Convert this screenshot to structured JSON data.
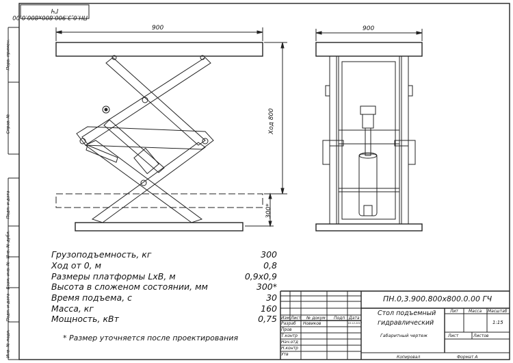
{
  "stamp_top": "ПН.0,3.900.800х800.0.00 ГЧ",
  "front_view": {
    "width_dim": "900",
    "travel_dim": "Ход 800",
    "height_dim": "300*"
  },
  "side_view": {
    "width_dim": "900"
  },
  "specs": [
    {
      "label": "Грузоподъемность, кг",
      "value": "300"
    },
    {
      "label": "Ход от 0, м",
      "value": "0,8"
    },
    {
      "label": "Размеры платформы LxB, м",
      "value": "0,9х0,9"
    },
    {
      "label": "Высота в сложеном состоянии, мм",
      "value": "300*"
    },
    {
      "label": "Время подъема, с",
      "value": "30"
    },
    {
      "label": "Масса, кг",
      "value": "160"
    },
    {
      "label": "Мощность, кВт",
      "value": "0,75"
    }
  ],
  "note": "* Размер уточняется после проектирования",
  "title_block": {
    "designation": "ПН.0,3.900.800х800.0.00 ГЧ",
    "name_line1": "Стол подъемный",
    "name_line2": "гидравлический",
    "doc_type": "Габаритный чертеж",
    "col_izm": "Изм",
    "col_list": "Лист",
    "col_doc": "№ докум",
    "col_sign": "Подп",
    "col_date": "Дата",
    "role_razrab": "Разраб",
    "name_razrab": "Новиков",
    "date_razrab": "03.12.2017",
    "role_prov": "Пров",
    "role_tkontr": "Т.контр",
    "role_nachotd": "Нач.отд",
    "role_nkontr": "Н.контр",
    "role_utv": "Утв",
    "lit_label": "Лит",
    "mass_label": "Масса",
    "scale_label": "Масштаб",
    "scale_value": "1:15",
    "sheet_label": "Лист",
    "sheets_label": "Листов",
    "copied": "Копировал",
    "format": "Формат А"
  },
  "side_labels": [
    "Перв. примен.",
    "Справ. №",
    "Подп. и дата",
    "Инв. № дубл.",
    "Взам. инв. №",
    "Подп. и дата",
    "Инв. № подл."
  ]
}
